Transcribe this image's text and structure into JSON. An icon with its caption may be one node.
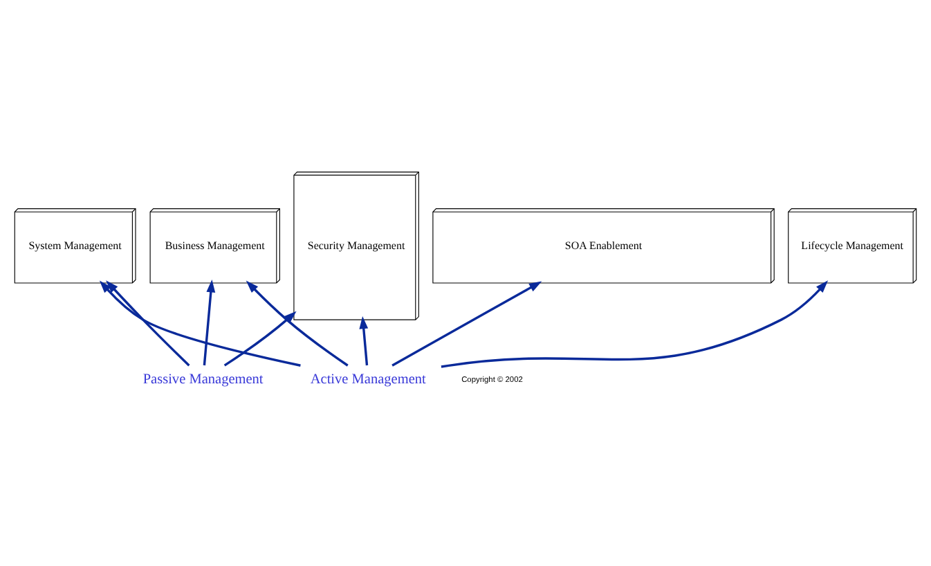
{
  "diagram": {
    "nodes": [
      {
        "text": [
          "System Management"
        ]
      },
      {
        "text": [
          "Lifecycle Management"
        ]
      },
      {
        "text": [
          "Business Management"
        ]
      },
      {
        "text": [
          "Security Management"
        ]
      },
      {
        "text": [
          "SOA Enablement"
        ]
      },
      {
        "text": [
          "Passive Management"
        ]
      },
      {
        "text": [
          "Active Management"
        ]
      }
    ],
    "edges": [
      {
        "from": 5,
        "to": 0,
        "arrow": "to"
      },
      {
        "from": 5,
        "to": 2,
        "arrow": "to"
      },
      {
        "from": 5,
        "to": 3,
        "arrow": "to"
      },
      {
        "from": 6,
        "to": 0,
        "arrow": "to"
      },
      {
        "from": 6,
        "to": 4,
        "arrow": "to"
      },
      {
        "from": 6,
        "to": 1,
        "arrow": "to"
      },
      {
        "from": 6,
        "to": 2,
        "arrow": "to"
      },
      {
        "from": 6,
        "to": 3,
        "arrow": "to"
      }
    ],
    "labels": [
      "Copyright © 2002"
    ]
  }
}
